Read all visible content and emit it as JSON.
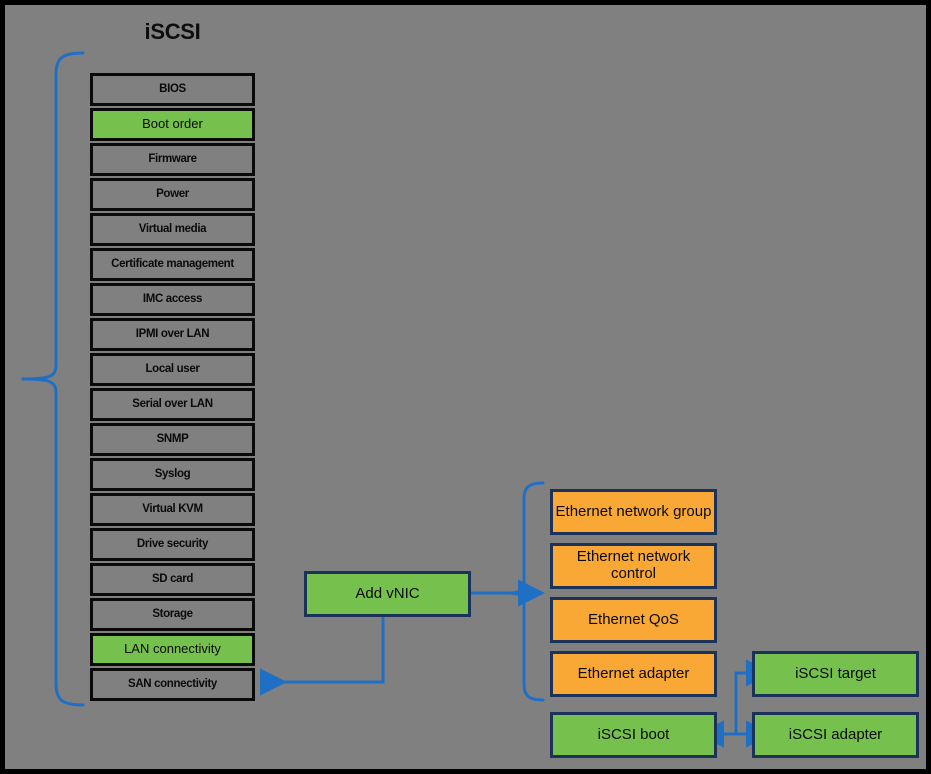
{
  "diagram": {
    "title": "iSCSI",
    "background_color": "#808080",
    "frame_color": "#000000",
    "connector_color": "#1f6fc4",
    "colors": {
      "green_highlight": "#76c04e",
      "orange": "#f9a836",
      "gray_box": "#808080",
      "dark_border": "#0a0a0a",
      "navy_border": "#1b3359"
    }
  },
  "policy_stack": {
    "name": "server-profile-policy-list",
    "items": [
      {
        "label": "BIOS",
        "highlighted": false
      },
      {
        "label": "Boot order",
        "highlighted": true
      },
      {
        "label": "Firmware",
        "highlighted": false
      },
      {
        "label": "Power",
        "highlighted": false
      },
      {
        "label": "Virtual media",
        "highlighted": false
      },
      {
        "label": "Certificate management",
        "highlighted": false
      },
      {
        "label": "IMC access",
        "highlighted": false
      },
      {
        "label": "IPMI over LAN",
        "highlighted": false
      },
      {
        "label": "Local user",
        "highlighted": false
      },
      {
        "label": "Serial over LAN",
        "highlighted": false
      },
      {
        "label": "SNMP",
        "highlighted": false
      },
      {
        "label": "Syslog",
        "highlighted": false
      },
      {
        "label": "Virtual KVM",
        "highlighted": false
      },
      {
        "label": "Drive security",
        "highlighted": false
      },
      {
        "label": "SD card",
        "highlighted": false
      },
      {
        "label": "Storage",
        "highlighted": false
      },
      {
        "label": "LAN connectivity",
        "highlighted": true
      },
      {
        "label": "SAN connectivity",
        "highlighted": false
      }
    ]
  },
  "action_node": {
    "label": "Add vNIC"
  },
  "vnic_policies": [
    {
      "label": "Ethernet network group",
      "color": "orange"
    },
    {
      "label": "Ethernet network control",
      "color": "orange"
    },
    {
      "label": "Ethernet QoS",
      "color": "orange"
    },
    {
      "label": "Ethernet adapter",
      "color": "orange"
    },
    {
      "label": "iSCSI boot",
      "color": "green"
    }
  ],
  "iscsi_sub_policies": [
    {
      "label": "iSCSI target",
      "color": "green"
    },
    {
      "label": "iSCSI adapter",
      "color": "green"
    }
  ]
}
